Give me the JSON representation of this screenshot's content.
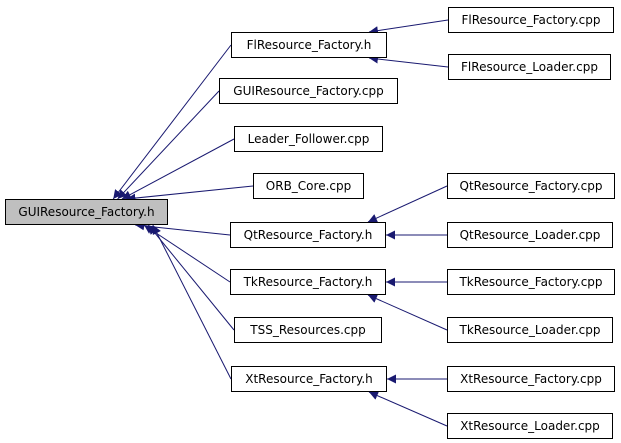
{
  "root": {
    "id": "root",
    "label": "GUIResource_Factory.h"
  },
  "nodes": [
    {
      "id": "fl_h",
      "label": "FlResource_Factory.h"
    },
    {
      "id": "gui_cpp",
      "label": "GUIResource_Factory.cpp"
    },
    {
      "id": "lf_cpp",
      "label": "Leader_Follower.cpp"
    },
    {
      "id": "orb_cpp",
      "label": "ORB_Core.cpp"
    },
    {
      "id": "qt_h",
      "label": "QtResource_Factory.h"
    },
    {
      "id": "tk_h",
      "label": "TkResource_Factory.h"
    },
    {
      "id": "tss_cpp",
      "label": "TSS_Resources.cpp"
    },
    {
      "id": "xt_h",
      "label": "XtResource_Factory.h"
    },
    {
      "id": "fl_fac_cpp",
      "label": "FlResource_Factory.cpp"
    },
    {
      "id": "fl_ldr_cpp",
      "label": "FlResource_Loader.cpp"
    },
    {
      "id": "qt_fac_cpp",
      "label": "QtResource_Factory.cpp"
    },
    {
      "id": "qt_ldr_cpp",
      "label": "QtResource_Loader.cpp"
    },
    {
      "id": "tk_fac_cpp",
      "label": "TkResource_Factory.cpp"
    },
    {
      "id": "tk_ldr_cpp",
      "label": "TkResource_Loader.cpp"
    },
    {
      "id": "xt_fac_cpp",
      "label": "XtResource_Factory.cpp"
    },
    {
      "id": "xt_ldr_cpp",
      "label": "XtResource_Loader.cpp"
    }
  ],
  "edges": [
    {
      "from": "fl_h",
      "to": "root"
    },
    {
      "from": "gui_cpp",
      "to": "root"
    },
    {
      "from": "lf_cpp",
      "to": "root"
    },
    {
      "from": "orb_cpp",
      "to": "root"
    },
    {
      "from": "qt_h",
      "to": "root"
    },
    {
      "from": "tk_h",
      "to": "root"
    },
    {
      "from": "tss_cpp",
      "to": "root"
    },
    {
      "from": "xt_h",
      "to": "root"
    },
    {
      "from": "fl_fac_cpp",
      "to": "fl_h"
    },
    {
      "from": "fl_ldr_cpp",
      "to": "fl_h"
    },
    {
      "from": "qt_fac_cpp",
      "to": "qt_h"
    },
    {
      "from": "qt_ldr_cpp",
      "to": "qt_h"
    },
    {
      "from": "tk_fac_cpp",
      "to": "tk_h"
    },
    {
      "from": "tk_ldr_cpp",
      "to": "tk_h"
    },
    {
      "from": "xt_fac_cpp",
      "to": "xt_h"
    },
    {
      "from": "xt_ldr_cpp",
      "to": "xt_h"
    }
  ],
  "colors": {
    "edge": "#191970",
    "root_fill": "#bfbfbf",
    "node_fill": "#ffffff",
    "border": "#000000"
  }
}
